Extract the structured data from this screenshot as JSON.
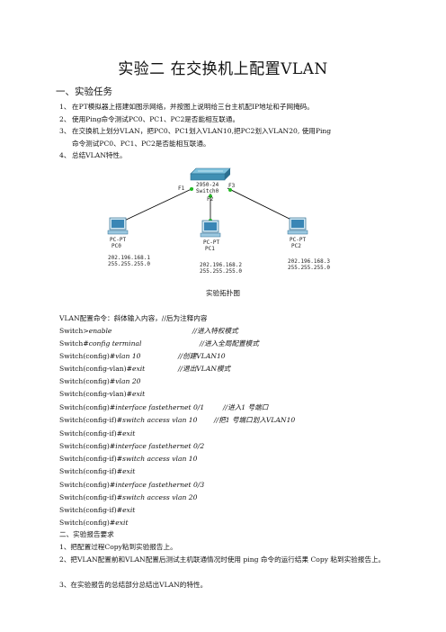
{
  "title": "实验二  在交换机上配置VLAN",
  "section1": "一、实验任务",
  "tasks": [
    {
      "num": "1、",
      "text": "在PT模拟器上搭建如图示网络，并按图上说明给三台主机配IP地址和子网掩码。"
    },
    {
      "num": "2、",
      "text": "使用Ping命令测试PC0、PC1、PC2是否能相互联通。"
    },
    {
      "num": "3、",
      "text": "在交换机上划分VLAN，把PC0、PC1划入VLAN10,把PC2划入VLAN20, 使用Ping",
      "cont": "命令测试PC0、PC1、PC2是否能相互联通。"
    },
    {
      "num": "4、",
      "text": "总结VLAN特性。"
    }
  ],
  "topology": {
    "switch_label_1": "2950-24",
    "switch_label_2": "Switch0",
    "port_left": "F1",
    "port_mid": "F2",
    "port_right": "F3",
    "pcs": [
      {
        "type": "PC-PT",
        "name": "PC0",
        "ip": "202.196.168.1",
        "mask": "255.255.255.0"
      },
      {
        "type": "PC-PT",
        "name": "PC1",
        "ip": "202.196.168.2",
        "mask": "255.255.255.0"
      },
      {
        "type": "PC-PT",
        "name": "PC2",
        "ip": "202.196.168.3",
        "mask": "255.255.255.0"
      }
    ],
    "link_color": "#000000",
    "dot_color": "#22bb22",
    "switch_color": "#3f8fb3",
    "pc_color": "#3a86b5"
  },
  "caption": "实验拓扑图",
  "cmd_head": "VLAN配置命令：斜体输入内容，//后为注释内容",
  "commands": [
    {
      "p": "Switch>",
      "c": "enable",
      "n": "//进入特权模式"
    },
    {
      "p": "Switch#",
      "c": "config terminal",
      "n": "//进入全局配置模式"
    },
    {
      "p": "Switch(config)#",
      "c": "vlan 10",
      "n": "//创建VLAN10"
    },
    {
      "p": "Switch(config-vlan)#",
      "c": "exit",
      "n": "//退出VLAN模式"
    },
    {
      "p": "Switch(config)#",
      "c": "vlan 20",
      "n": ""
    },
    {
      "p": "Switch(config-vlan)#",
      "c": "exit",
      "n": ""
    },
    {
      "p": "Switch(config)#",
      "c": "interface fastethernet 0/1",
      "n": "//进入1 号端口"
    },
    {
      "p": "Switch(config-if)#",
      "c": "switch access vlan 10",
      "n": "//把1 号端口划入VLAN10"
    },
    {
      "p": "Switch(config-if)#",
      "c": "exit",
      "n": ""
    },
    {
      "p": "Switch(config)#",
      "c": "interface fastethernet 0/2",
      "n": ""
    },
    {
      "p": "Switch(config-if)#",
      "c": "switch access vlan 10",
      "n": ""
    },
    {
      "p": "Switch(config-if)#",
      "c": "exit",
      "n": ""
    },
    {
      "p": "Switch(config)#",
      "c": "interface fastethernet 0/3",
      "n": ""
    },
    {
      "p": "Switch(config-if)#",
      "c": "switch access vlan 20",
      "n": ""
    },
    {
      "p": "Switch(config-if)#",
      "c": "exit",
      "n": ""
    },
    {
      "p": "Switch(config)#",
      "c": "exit",
      "n": ""
    }
  ],
  "section2": "二、实验报告要求",
  "report": [
    "1、把配置过程Copy粘到实验报告上。",
    "2、把VLAN配置前和VLAN配置后测试主机联通情况时使用 ping 命令的运行结果 Copy 粘到实验报告上。",
    "3、在实验报告的总结部分总结出VLAN的特性。"
  ]
}
